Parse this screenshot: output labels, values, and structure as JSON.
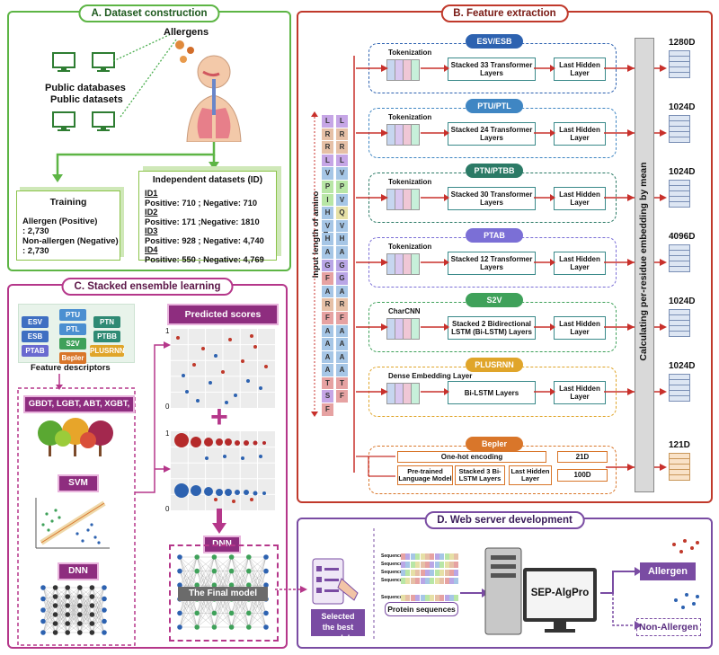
{
  "panelA": {
    "title": "A. Dataset construction",
    "allergens": "Allergens",
    "public_dbs": "Public databases",
    "public_datasets": "Public datasets",
    "training_title": "Training",
    "training_lines": [
      "Allergen (Positive)",
      ": 2,730",
      "Non-allergen (Negative)",
      ": 2,730"
    ],
    "indep_title": "Independent datasets (ID)",
    "indep": [
      {
        "id": "ID1",
        "text": "Positive: 710 ; Negative: 710"
      },
      {
        "id": "ID2",
        "text": "Positive: 171 ;Negative: 1810"
      },
      {
        "id": "ID3",
        "text": "Positive: 928 ; Negative: 4,740"
      },
      {
        "id": "ID4",
        "text": "Positive: 550 ; Negative: 4,769"
      }
    ]
  },
  "panelB": {
    "title": "B. Feature extraction",
    "input_label": "Input length of amino acids",
    "aa_right": [
      "L",
      "R",
      "R",
      "L",
      "V",
      "P",
      "V",
      "Q",
      "V",
      "H",
      "A",
      "G",
      "G",
      "A",
      "R",
      "F",
      "A",
      "A",
      "A",
      "A",
      "T",
      "F"
    ],
    "aa_left": [
      "L",
      "R",
      "R",
      "L",
      "V",
      "P",
      "I",
      "H",
      "V",
      "H",
      "A",
      "G",
      "F",
      "A",
      "R",
      "F",
      "A",
      "A",
      "A",
      "A",
      "T",
      "S",
      "F"
    ],
    "mean_label": "Calculating per-residue embedding by mean",
    "models": [
      {
        "name": "ESV/ESB",
        "color": "#2d62b0",
        "first": "Tokenization",
        "middle": "Stacked 33 Transformer Layers",
        "last": "Last Hidden Layer",
        "dim": "1280D"
      },
      {
        "name": "PTU/PTL",
        "color": "#3f86c3",
        "first": "Tokenization",
        "middle": "Stacked 24 Transformer Layers",
        "last": "Last Hidden Layer",
        "dim": "1024D"
      },
      {
        "name": "PTN/PTBB",
        "color": "#2b7a66",
        "first": "Tokenization",
        "middle": "Stacked 30 Transformer Layers",
        "last": "Last Hidden Layer",
        "dim": "1024D"
      },
      {
        "name": "PTAB",
        "color": "#7b6fd6",
        "first": "Tokenization",
        "middle": "Stacked 12 Transformer Layers",
        "last": "Last Hidden Layer",
        "dim": "4096D"
      },
      {
        "name": "S2V",
        "color": "#3fa15a",
        "first": "CharCNN",
        "middle": "Stacked 2 Bidirectional LSTM (Bi-LSTM) Layers",
        "last": "Last Hidden Layer",
        "dim": "1024D"
      },
      {
        "name": "PLUSRNN",
        "color": "#e0a52a",
        "first": "Dense Embedding Layer",
        "middle": "Bi-LSTM Layers",
        "last": "Last Hidden Layer",
        "dim": "1024D"
      }
    ],
    "bepler": {
      "name": "Bepler",
      "color": "#d9762a",
      "onehot": "One-hot encoding",
      "d21": "21D",
      "pretrained": "Pre-trained Language Model",
      "stacked": "Stacked 3 Bi-LSTM Layers",
      "last": "Last Hidden Layer",
      "d100": "100D",
      "dim": "121D"
    }
  },
  "panelC": {
    "title": "C. Stacked ensemble learning",
    "chips": [
      "ESV",
      "PTU",
      "PTN",
      "ESB",
      "PTL",
      "PTBB",
      "PTAB",
      "S2V",
      "PLUSRNN",
      "Bepler"
    ],
    "feature_label": "Feature descriptors",
    "classifiers": "GBDT, LGBT, ABT, XGBT, CB",
    "svm": "SVM",
    "dnn": "DNN",
    "predicted": "Predicted scores",
    "axis_top": "1",
    "axis_bottom": "0",
    "dnn2": "DNN",
    "final_model": "The Final model",
    "plus": "+"
  },
  "panelD": {
    "title": "D. Web server development",
    "selected": [
      "Selected",
      "the best model"
    ],
    "sequences": [
      "Sequence 1",
      "Sequence 2",
      "Sequence 3",
      "Sequence 4",
      "Sequence 5"
    ],
    "protein_label": "Protein sequences",
    "app_name": "SEP-AlgPro",
    "allergen": "Allergen",
    "non_allergen": "Non-Allergen"
  },
  "colors": {
    "panelA": "#5db545",
    "panelB": "#c0392b",
    "panelC": "#b5378a",
    "panelD": "#7a4ca3",
    "arrow_red": "#c8302b",
    "purple_btn": "#8e2d7f"
  }
}
